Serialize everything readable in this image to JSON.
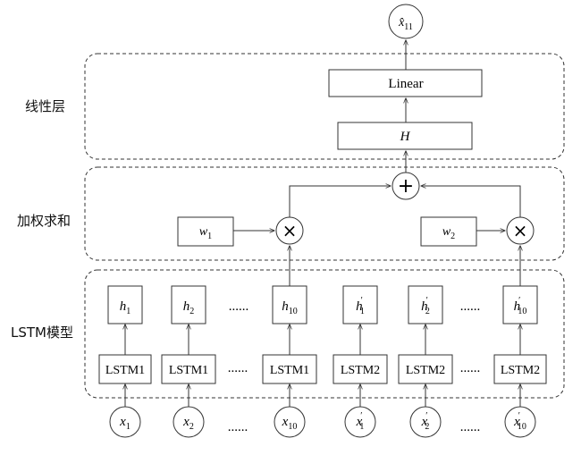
{
  "sections": {
    "linear_layer": "线性层",
    "weighted_sum": "加权求和",
    "lstm_model": "LSTM模型"
  },
  "output": {
    "base": "x̂",
    "sub": "11"
  },
  "linear_box": "Linear",
  "h_box": "H",
  "sum_symbol": "+",
  "multiply_symbol": "×",
  "weights": [
    {
      "base": "w",
      "sub": "1"
    },
    {
      "base": "w",
      "sub": "2"
    }
  ],
  "ellipsis": "......",
  "hidden_states": [
    {
      "base": "h",
      "sub": "1",
      "prime": false
    },
    {
      "base": "h",
      "sub": "2",
      "prime": false
    },
    {
      "base": "h",
      "sub": "10",
      "prime": false
    },
    {
      "base": "h",
      "sub": "1",
      "prime": true
    },
    {
      "base": "h",
      "sub": "2",
      "prime": true
    },
    {
      "base": "h",
      "sub": "10",
      "prime": true
    }
  ],
  "lstm_cells": [
    "LSTM1",
    "LSTM1",
    "LSTM1",
    "LSTM2",
    "LSTM2",
    "LSTM2"
  ],
  "inputs": [
    {
      "base": "x",
      "sub": "1",
      "prime": false
    },
    {
      "base": "x",
      "sub": "2",
      "prime": false
    },
    {
      "base": "x",
      "sub": "10",
      "prime": false
    },
    {
      "base": "x",
      "sub": "1",
      "prime": true
    },
    {
      "base": "x",
      "sub": "2",
      "prime": true
    },
    {
      "base": "x",
      "sub": "10",
      "prime": true
    }
  ]
}
